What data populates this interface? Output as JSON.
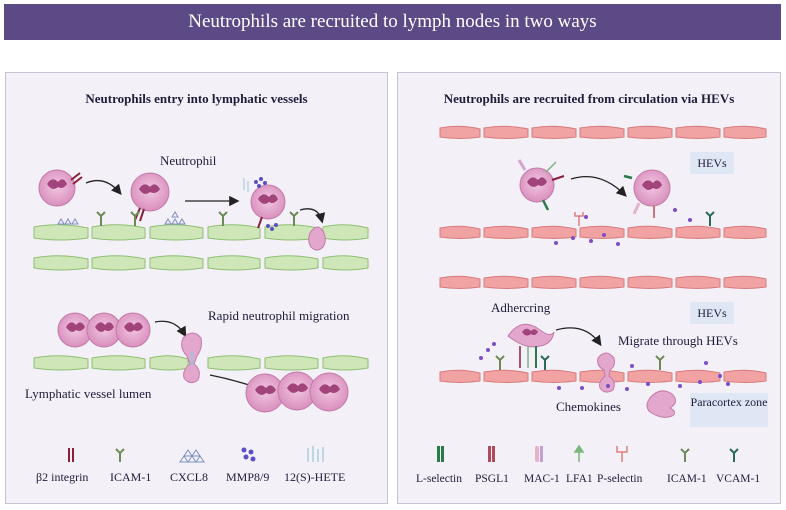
{
  "title": "Neutrophils are recruited to lymph nodes in two ways",
  "left_panel": {
    "title": "Neutrophils entry into lymphatic vessels",
    "label_neutrophil": "Neutrophil",
    "label_rapid": "Rapid neutrophil migration",
    "label_lumen": "Lymphatic vessel lumen",
    "legend": {
      "b2": "β2 integrin",
      "icam": "ICAM-1",
      "cxcl8": "CXCL8",
      "mmp": "MMP8/9",
      "hete": "12(S)-HETE"
    }
  },
  "right_panel": {
    "title": "Neutrophils are recruited from circulation via HEVs",
    "hevs_top": "HEVs",
    "hevs_bottom": "HEVs",
    "adhering": "Adhercring",
    "migrate": "Migrate through HEVs",
    "chemokines": "Chemokines",
    "paracortex": "Paracortex zone",
    "legend": {
      "lsel": "L-selectin",
      "psgl": "PSGL1",
      "mac": "MAC-1",
      "lfa": "LFA1",
      "psel": "P-selectin",
      "icam": "ICAM-1",
      "vcam": "VCAM-1"
    }
  },
  "colors": {
    "banner": "#5b4a86",
    "neutrophil": "#e3a6cc",
    "nucleus": "#a2447c",
    "lymph_endothelium": "#cfe7b8",
    "hev_endothelium": "#f1a3a3",
    "panel_bg": "#f3f0f7",
    "label_box": "#dfe7f5"
  }
}
